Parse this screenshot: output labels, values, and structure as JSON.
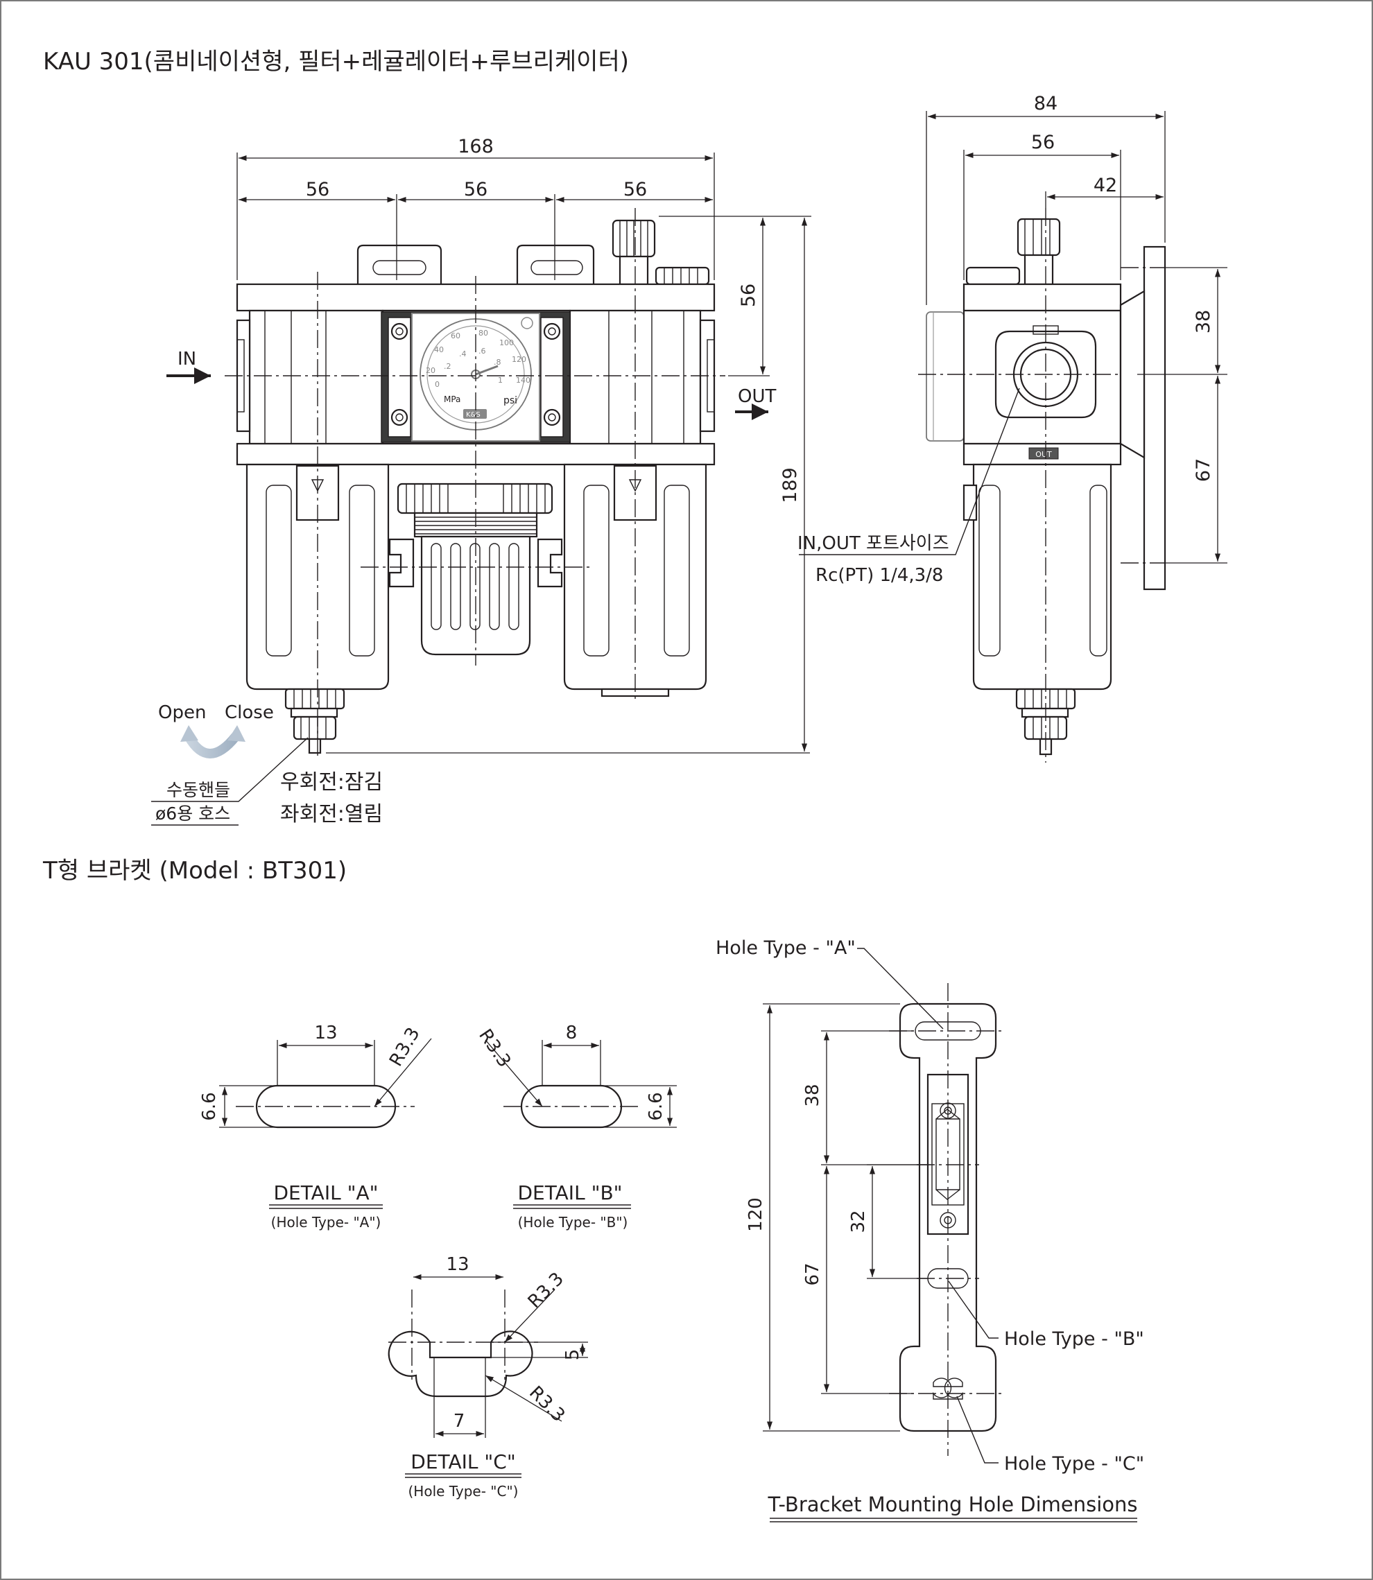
{
  "header": {
    "main_title": "KAU 301(콤비네이션형, 필터+레귤레이터+루브리케이터)",
    "bracket_title": "T형 브라켓 (Model : BT301)"
  },
  "front_view": {
    "in_label": "IN",
    "out_label": "OUT",
    "dims": {
      "overall_width": "168",
      "unit_left": "56",
      "unit_mid": "56",
      "unit_right": "56",
      "knob_height": "56",
      "overall_height": "189"
    },
    "drain": {
      "open_label": "Open",
      "close_label": "Close",
      "handle_label": "수동핸들",
      "hose_label": "ø6용 호스",
      "right_note": "우회전:잠김",
      "left_note": "좌회전:열림"
    }
  },
  "side_view": {
    "dims": {
      "top": "84",
      "mid": "56",
      "right": "42",
      "upper": "38",
      "lower": "67"
    },
    "port_label": "IN,OUT 포트사이즈",
    "port_size": "Rc(PT) 1/4,3/8",
    "out_mark": "OUT"
  },
  "gauge": {
    "units_left": "MPa",
    "units_right": "psi",
    "scale_mpa": [
      "0",
      ".2",
      ".4",
      ".6",
      ".8",
      "1"
    ],
    "scale_psi": [
      "20",
      "40",
      "60",
      "80",
      "100",
      "120",
      "140"
    ],
    "brand": "K&S"
  },
  "details": {
    "detail_a": {
      "title": "DETAIL \"A\"",
      "subtitle": "(Hole Type-  \"A\")",
      "width": "13",
      "radius": "R3.3",
      "height": "6.6"
    },
    "detail_b": {
      "title": "DETAIL \"B\"",
      "subtitle": "(Hole Type-  \"B\")",
      "width": "8",
      "radius": "R3.3",
      "height": "6.6"
    },
    "detail_c": {
      "title": "DETAIL \"C\"",
      "subtitle": "(Hole Type-  \"C\")",
      "width": "13",
      "radius_top": "R3.3",
      "height": "5",
      "radius_bottom": "R3.3",
      "slot": "7"
    }
  },
  "bracket": {
    "hole_a": "Hole Type -  \"A\"",
    "hole_b": "Hole Type -  \"B\"",
    "hole_c": "Hole Type -  \"C\"",
    "dims": {
      "total": "120",
      "upper": "38",
      "lower": "67",
      "middle": "32"
    },
    "caption": "T-Bracket  Mounting Hole Dimensions"
  }
}
